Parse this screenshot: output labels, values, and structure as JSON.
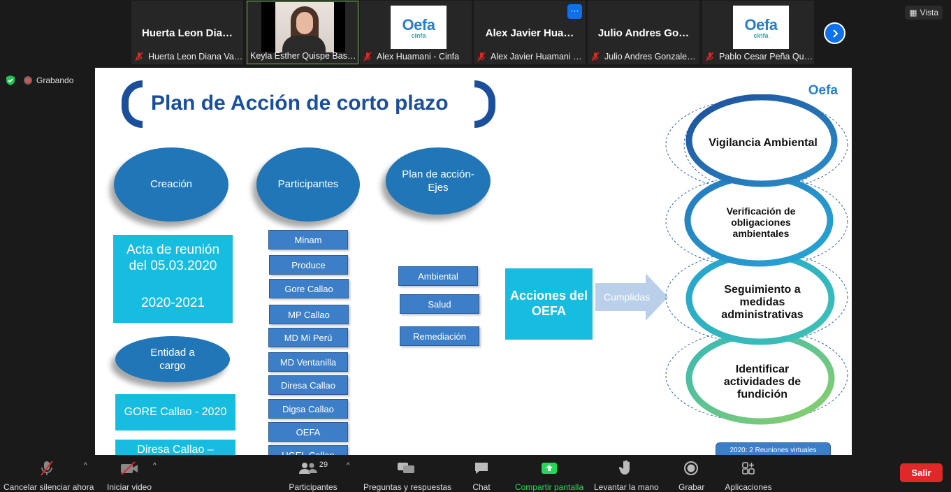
{
  "top_right": {
    "view_label": "Vista"
  },
  "recording": {
    "label": "Grabando"
  },
  "participants_tiles": [
    {
      "big_name": "Huerta Leon Dia…",
      "caption": "Huerta Leon Diana Va…"
    },
    {
      "big_name": "",
      "caption": "Keyla Esther Quispe Bas…"
    },
    {
      "big_name": "",
      "caption": "Alex Huamani - Cinfa"
    },
    {
      "big_name": "Alex Javier Hua…",
      "caption": "Alex Javier Huamani …"
    },
    {
      "big_name": "Julio Andres Go…",
      "caption": "Julio Andres Gonzale…"
    },
    {
      "big_name": "",
      "caption": "Pablo Cesar Peña Qui…"
    }
  ],
  "logo": {
    "text": "Oefa",
    "sub": "cinfa"
  },
  "slide": {
    "title": "Plan de Acción de corto plazo",
    "logo": "Oefa",
    "ovals": {
      "creacion": "Creación",
      "participantes": "Participantes",
      "plan": "Plan de acción- Ejes",
      "entidad": "Entidad a cargo"
    },
    "acta": {
      "line1": "Acta de reunión del  05.03.2020",
      "line2": "2020-2021"
    },
    "gore": "GORE Callao - 2020",
    "diresa_box": "Diresa Callao –",
    "participants": [
      "Minam",
      "Produce",
      "Gore Callao",
      "MP Callao",
      "MD Mi Perú",
      "MD Ventanilla",
      "Diresa Callao",
      "Digsa Callao",
      "OEFA",
      "UGEL Callao"
    ],
    "ejes": [
      "Ambiental",
      "Salud",
      "Remediación"
    ],
    "acciones": "Acciones del OEFA",
    "cumplidas": "Cumplidas",
    "rings": [
      "Vigilancia Ambiental",
      "Verificación de obligaciones ambientales",
      "Seguimiento a medidas administrativas",
      "Identificar actividades de fundición"
    ],
    "reuniones": "2020:  2 Reuniones virtuales"
  },
  "toolbar": {
    "mute": "Cancelar silenciar ahora",
    "video": "Iniciar video",
    "participants": "Participantes",
    "participants_count": "29",
    "qa": "Preguntas y respuestas",
    "chat": "Chat",
    "share": "Compartir pantalla",
    "raise": "Levantar la mano",
    "record": "Grabar",
    "apps": "Aplicaciones",
    "leave": "Salir"
  },
  "colors": {
    "accent_blue": "#0e71eb",
    "share_green": "#23d959",
    "leave_red": "#e02828",
    "slide_blue": "#1b4f9c",
    "cyan": "#17bde0"
  }
}
